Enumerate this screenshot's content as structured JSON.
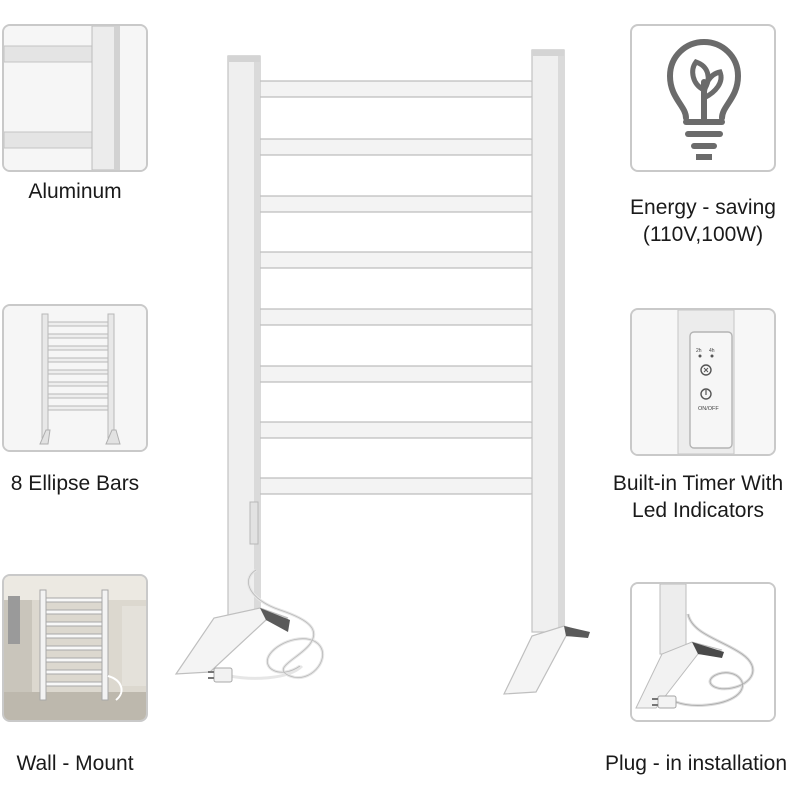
{
  "features": {
    "aluminum": {
      "label": "Aluminum",
      "icon": "aluminum-frame-closeup-icon"
    },
    "bars": {
      "label": "8 Ellipse Bars",
      "icon": "towel-rack-thumbnail-icon"
    },
    "wall_mount": {
      "label": "Wall - Mount",
      "icon": "wall-mounted-rack-photo"
    },
    "energy": {
      "line1": "Energy - saving",
      "line2": "(110V,100W)",
      "icon": "leaf-lightbulb-icon"
    },
    "timer": {
      "line1": "Built-in Timer With",
      "line2": "Led Indicators",
      "icon": "timer-control-panel-icon",
      "panel_label": "ON/OFF",
      "indicator_labels": [
        "2h",
        "4h"
      ]
    },
    "plug": {
      "label": "Plug - in installation",
      "icon": "power-plug-cord-icon"
    }
  },
  "colors": {
    "frame": "#f2f2f2",
    "frame_shade": "#cfcfcf",
    "tile_border": "#c9c9c9",
    "icon_gray": "#6b6b6b"
  }
}
